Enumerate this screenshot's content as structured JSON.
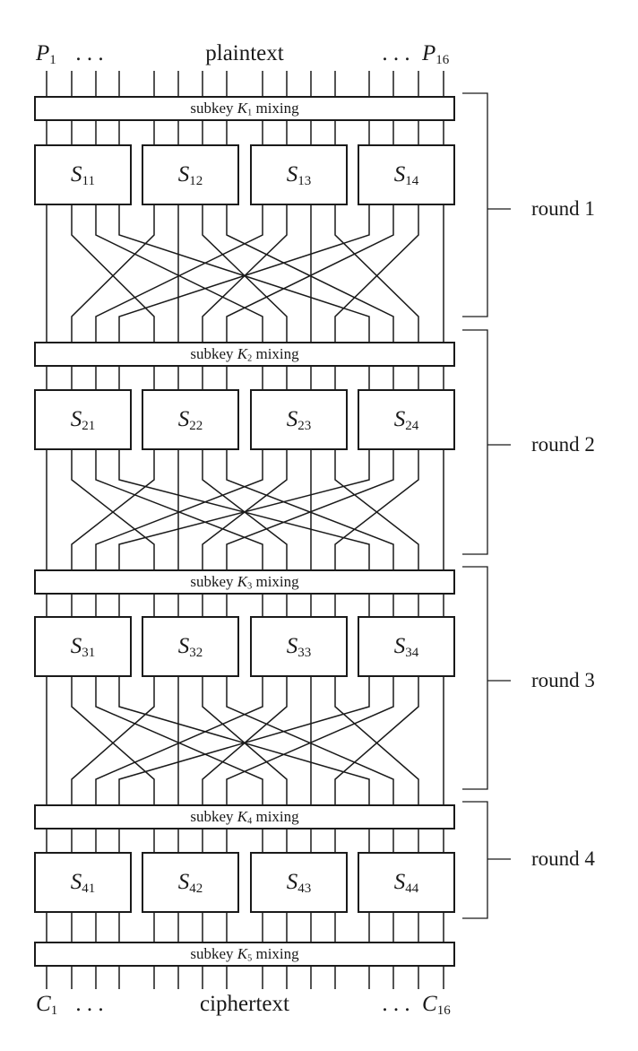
{
  "colors": {
    "line": "#1a1a1a",
    "background": "#ffffff"
  },
  "top": {
    "left_var": {
      "base": "P",
      "sub": "1"
    },
    "left_ellipsis": ". . .",
    "center_label": "plaintext",
    "right_ellipsis": ". . .",
    "right_var": {
      "base": "P",
      "sub": "16"
    }
  },
  "bottom": {
    "left_var": {
      "base": "C",
      "sub": "1"
    },
    "left_ellipsis": ". . .",
    "center_label": "ciphertext",
    "right_ellipsis": ". . .",
    "right_var": {
      "base": "C",
      "sub": "16"
    }
  },
  "subkey_bars": [
    {
      "prefix": "subkey",
      "key": {
        "base": "K",
        "sub": "1"
      },
      "suffix": "mixing"
    },
    {
      "prefix": "subkey",
      "key": {
        "base": "K",
        "sub": "2"
      },
      "suffix": "mixing"
    },
    {
      "prefix": "subkey",
      "key": {
        "base": "K",
        "sub": "3"
      },
      "suffix": "mixing"
    },
    {
      "prefix": "subkey",
      "key": {
        "base": "K",
        "sub": "4"
      },
      "suffix": "mixing"
    },
    {
      "prefix": "subkey",
      "key": {
        "base": "K",
        "sub": "5"
      },
      "suffix": "mixing"
    }
  ],
  "rounds": [
    {
      "label": "round 1",
      "sboxes": [
        {
          "base": "S",
          "sub": "11"
        },
        {
          "base": "S",
          "sub": "12"
        },
        {
          "base": "S",
          "sub": "13"
        },
        {
          "base": "S",
          "sub": "14"
        }
      ]
    },
    {
      "label": "round 2",
      "sboxes": [
        {
          "base": "S",
          "sub": "21"
        },
        {
          "base": "S",
          "sub": "22"
        },
        {
          "base": "S",
          "sub": "23"
        },
        {
          "base": "S",
          "sub": "24"
        }
      ]
    },
    {
      "label": "round 3",
      "sboxes": [
        {
          "base": "S",
          "sub": "31"
        },
        {
          "base": "S",
          "sub": "32"
        },
        {
          "base": "S",
          "sub": "33"
        },
        {
          "base": "S",
          "sub": "34"
        }
      ]
    },
    {
      "label": "round 4",
      "sboxes": [
        {
          "base": "S",
          "sub": "41"
        },
        {
          "base": "S",
          "sub": "42"
        },
        {
          "base": "S",
          "sub": "43"
        },
        {
          "base": "S",
          "sub": "44"
        }
      ]
    }
  ],
  "permutation": {
    "wire_count": 16,
    "mapping": [
      1,
      5,
      9,
      13,
      2,
      6,
      10,
      14,
      3,
      7,
      11,
      15,
      4,
      8,
      12,
      16
    ]
  }
}
